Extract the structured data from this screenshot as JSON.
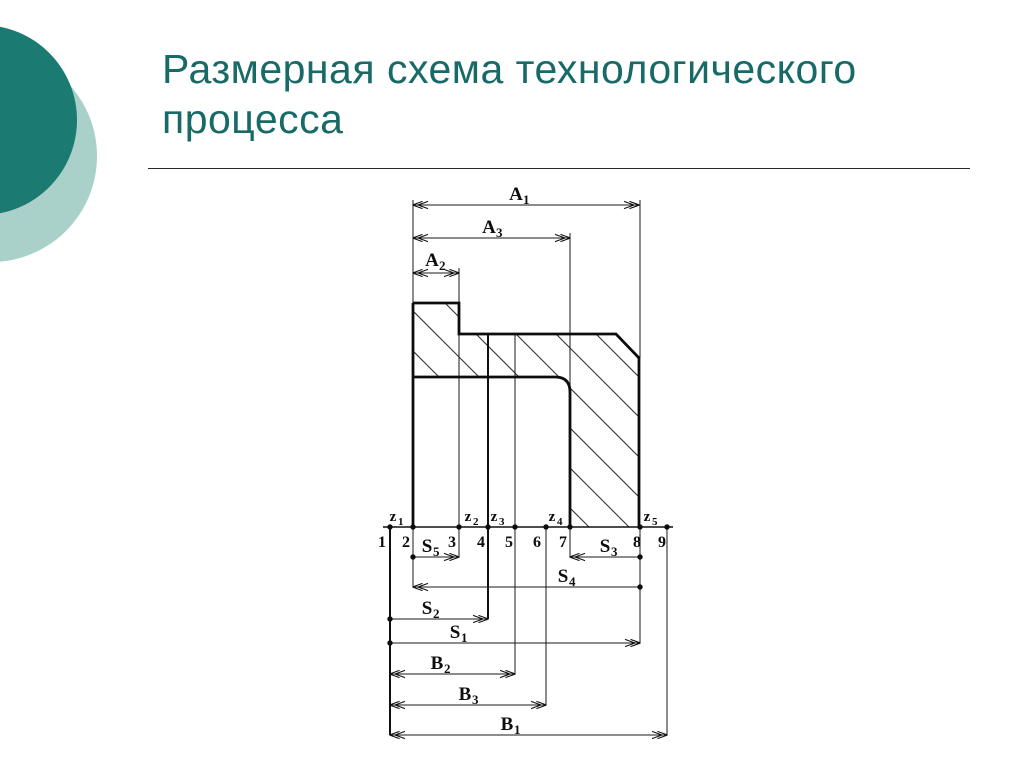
{
  "slide": {
    "title": "Размерная схема технологического процесса",
    "title_color": "#186a66",
    "accent_dark": "#1b7a72",
    "accent_light": "#a9d0c9"
  },
  "diagram": {
    "dims": {
      "a1": {
        "base": "A",
        "sub": "1"
      },
      "a2": {
        "base": "A",
        "sub": "2"
      },
      "a3": {
        "base": "A",
        "sub": "3"
      },
      "s1": {
        "base": "S",
        "sub": "1"
      },
      "s2": {
        "base": "S",
        "sub": "2"
      },
      "s3": {
        "base": "S",
        "sub": "3"
      },
      "s4": {
        "base": "S",
        "sub": "4"
      },
      "s5": {
        "base": "S",
        "sub": "5"
      },
      "b1": {
        "base": "B",
        "sub": "1"
      },
      "b2": {
        "base": "B",
        "sub": "2"
      },
      "b3": {
        "base": "B",
        "sub": "3"
      }
    },
    "allowances": {
      "z1": {
        "base": "z",
        "sub": "1"
      },
      "z2": {
        "base": "z",
        "sub": "2"
      },
      "z3": {
        "base": "z",
        "sub": "3"
      },
      "z4": {
        "base": "z",
        "sub": "4"
      },
      "z5": {
        "base": "z",
        "sub": "5"
      }
    },
    "points": [
      "1",
      "2",
      "3",
      "4",
      "5",
      "6",
      "7",
      "8",
      "9"
    ]
  }
}
